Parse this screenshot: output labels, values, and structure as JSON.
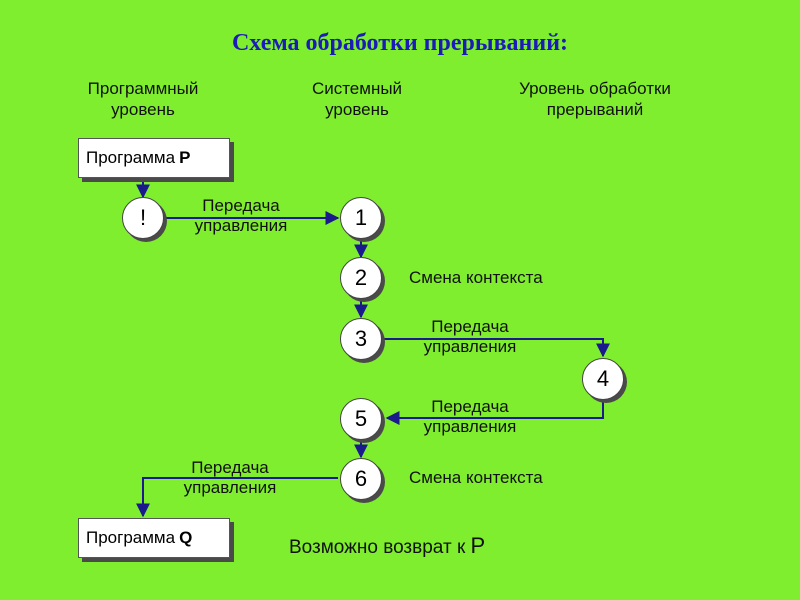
{
  "title": "Схема обработки прерываний:",
  "columns": {
    "program_level": {
      "line1": "Программный",
      "line2": "уровень"
    },
    "system_level": {
      "line1": "Системный",
      "line2": "уровень"
    },
    "interrupt_level": {
      "line1": "Уровень обработки",
      "line2": "прерываний"
    }
  },
  "boxes": {
    "program_p": {
      "label": "Программа",
      "letter": "P"
    },
    "program_q": {
      "label": "Программа",
      "letter": "Q"
    }
  },
  "nodes": {
    "excl": "!",
    "n1": "1",
    "n2": "2",
    "n3": "3",
    "n4": "4",
    "n5": "5",
    "n6": "6"
  },
  "edge_labels": {
    "transfer_line1": "Передача",
    "transfer_line2": "управления"
  },
  "context_change": "Смена контекста",
  "footer_note": {
    "text": "Возможно возврат к",
    "letter": "P"
  }
}
